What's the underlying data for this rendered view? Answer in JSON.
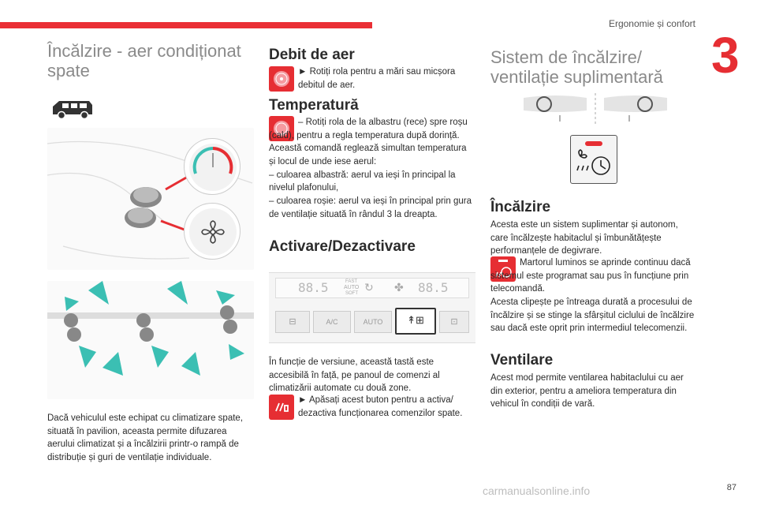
{
  "header": {
    "section": "Ergonomie și confort",
    "chapter": "3",
    "page": "87"
  },
  "col1": {
    "title": "Încălzire - aer condiționat spate",
    "body": "Dacă vehiculul este echipat cu climatizare spate, situată în pavilion, aceasta permite difuzarea aerului climatizat și a încălzirii printr-o rampă de distribuție și guri de ventilație individuale."
  },
  "col2": {
    "debit_title": "Debit de aer",
    "debit_text": "► Rotiți rola pentru a mări sau micșora debitul de aer.",
    "temp_title": "Temperatură",
    "temp_text": "– Rotiți rola de la albastru (rece) spre roșu (cald), pentru a regla temperatura după dorință.\nAceastă comandă reglează simultan temperatura și locul de unde iese aerul:\n– culoarea albastră: aerul va ieși în principal la nivelul plafonului,\n– culoarea roșie: aerul va ieși în principal prin gura de ventilație situată în rândul 3 la dreapta.",
    "activ_title": "Activare/Dezactivare",
    "panel": {
      "display_left": "88.5",
      "display_right": "88.5",
      "fast": "FAST",
      "auto": "AUTO",
      "soft": "SOFT",
      "btn_ac": "A/C",
      "btn_auto": "AUTO"
    },
    "activ_text1": "În funcție de versiune, această tastă este accesibilă în față, pe panoul de comenzi al climatizării automate cu două zone.",
    "activ_text2": "► Apăsați acest buton pentru a activa/ dezactiva funcționarea comenzilor spate."
  },
  "col3": {
    "title": "Sistem de încălzire/ ventilație suplimentară",
    "heat_title": "Încălzire",
    "heat_text1": "Acesta este un sistem suplimentar și autonom, care încălzește habitaclul și îmbunătățește performanțele de degivrare.",
    "heat_text2": "Martorul luminos se aprinde continuu dacă sistemul este programat sau pus în funcțiune prin telecomandă.\nAcesta clipește pe întreaga durată a procesului de încălzire și se stinge la sfârșitul ciclului de încălzire sau dacă este oprit prin intermediul telecomenzii.",
    "vent_title": "Ventilare",
    "vent_text": "Acest mod permite ventilarea habitaclului cu aer din exterior, pentru a ameliora temperatura din vehicul în condiții de vară."
  },
  "watermark": "carmanualsonline.info",
  "colors": {
    "accent": "#e62e33",
    "cold": "#3bbfb3",
    "text": "#2b2b2b"
  }
}
